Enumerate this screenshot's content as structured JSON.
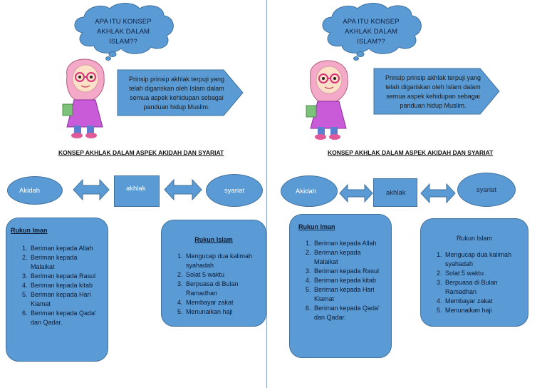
{
  "colors": {
    "shape_fill": "#5b9bd5",
    "shape_border": "#41719c",
    "divider": "#8aa0d0",
    "girl_hijab": "#f5a9c9",
    "girl_dress": "#c95ad8"
  },
  "left": {
    "cloud_text": "APA ITU KONSEP AKHLAK DALAM ISLAM??",
    "arrow_text": "Prinsip prinsip akhlak terpuji yang telah digariskan oleh Islam dalam semua aspek kehidupan sebagai panduan hidup Muslim.",
    "heading": "KONSEP AKHLAK DALAM ASPEK AKIDAH DAN SYARIAT",
    "akidah": "Akidah",
    "akhlak": "akhlak",
    "syariat": "syariat",
    "rukun_iman": {
      "title": "Rukun Iman",
      "items": [
        "Beriman kepada Allah",
        "Beriman kepada Malaikat",
        "Beriman kepada Rasul",
        "Beriman kepada kitab",
        "Beriman kepada Hari Kiamat",
        "Beriman kepada Qada' dan Qadar."
      ]
    },
    "rukun_islam": {
      "title": "Rukun Islam",
      "items": [
        "Mengucap dua kalimah syahadah",
        "Solat 5 waktu",
        "Berpuasa di Bulan Ramadhan",
        "Membayar zakat",
        "Menunaikan haji"
      ]
    }
  },
  "right": {
    "cloud_text": "APA ITU KONSEP AKHLAK DALAM ISLAM??",
    "arrow_text": "Prinsip prinsip akhlak terpuji yang telah digariskan oleh Islam dalam semua aspek kehidupan sebagai panduan hidup Muslim.",
    "heading": "KONSEP AKHLAK DALAM ASPEK AKIDAH DAN SYARIAT",
    "akidah": "Akidah",
    "akhlak": "akhlak",
    "syariat": "syariat",
    "rukun_iman": {
      "title": "Rukun Iman",
      "items": [
        "Beriman kepada Allah",
        "Beriman kepada Malaikat",
        "Beriman kepada Rasul",
        "Beriman kepada kitab",
        "Beriman kepada Hari Kiamat",
        "Beriman kepada Qada' dan Qadar."
      ]
    },
    "rukun_islam": {
      "title": "Rukun Islam",
      "items": [
        "Mengucap dua kalimah syahadah",
        "Solat 5 waktu",
        "Berpuasa di Bulan Ramadhan",
        "Membayar zakat",
        "Menunaikan haji"
      ]
    }
  }
}
